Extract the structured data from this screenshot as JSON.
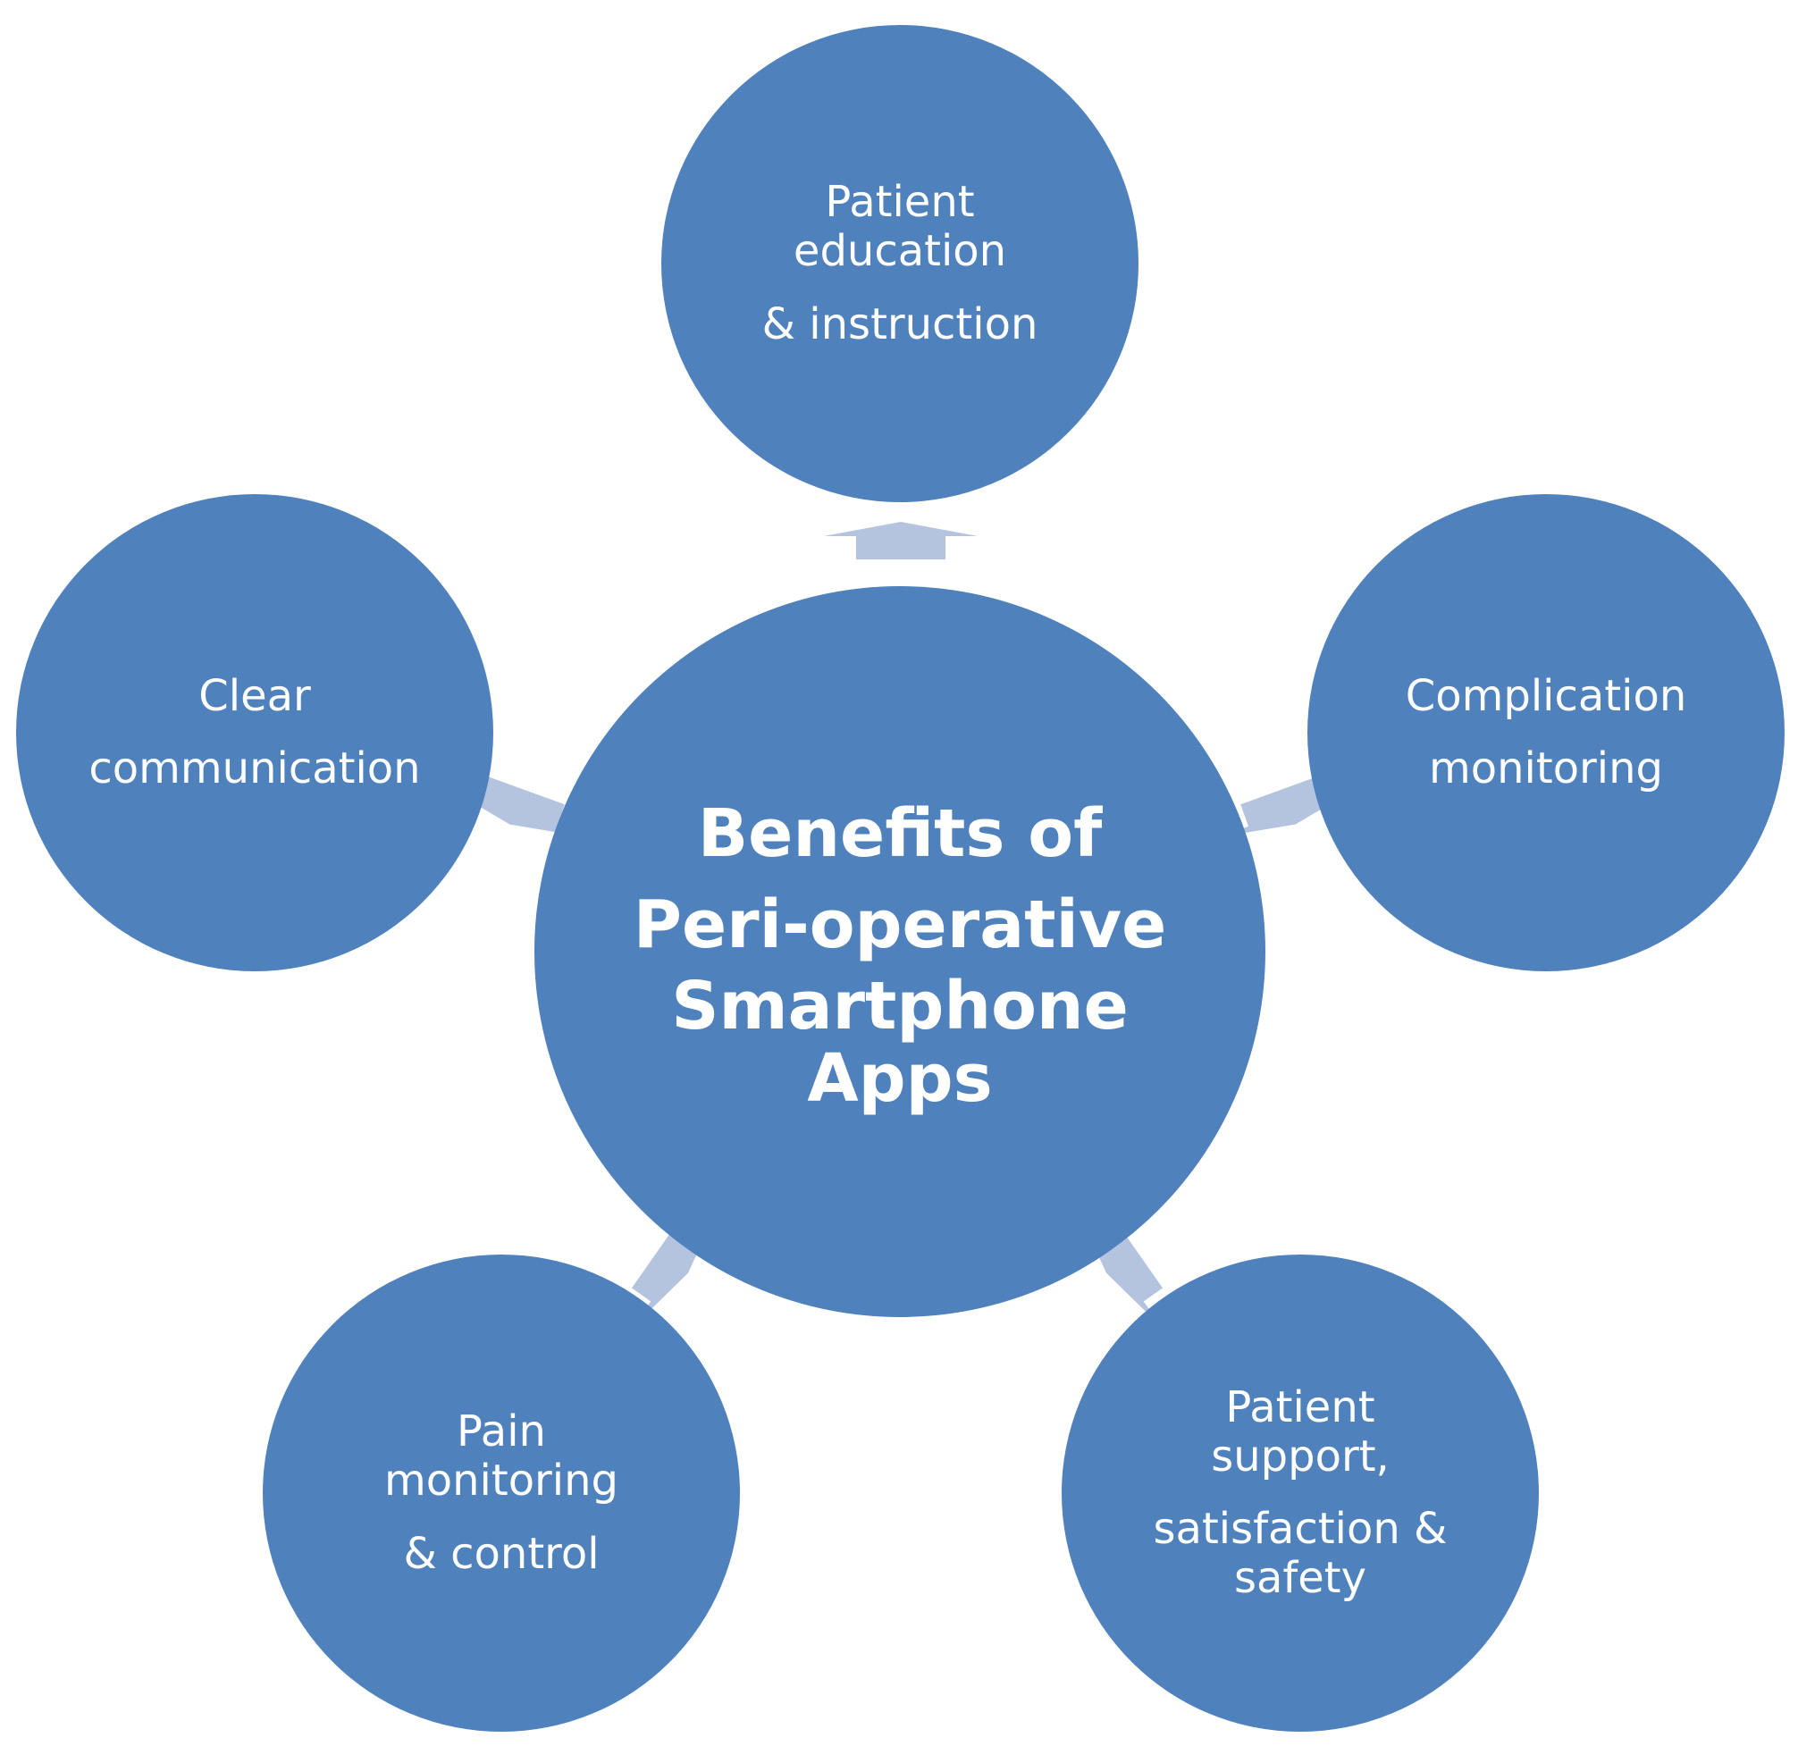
{
  "colors": {
    "circle_fill": "#4f81bd",
    "arrow_fill": "#b4c4de",
    "text": "#ffffff"
  },
  "center": {
    "lines": [
      "Benefits of",
      "Peri-operative",
      "Smartphone",
      "Apps"
    ]
  },
  "nodes": {
    "top": {
      "lines": [
        "Patient",
        "education",
        "& instruction"
      ]
    },
    "right": {
      "lines": [
        "Complication",
        "monitoring"
      ]
    },
    "bottom_right": {
      "lines": [
        "Patient",
        "support,",
        "satisfaction &",
        "safety"
      ]
    },
    "bottom_left": {
      "lines": [
        "Pain",
        "monitoring",
        "& control"
      ]
    },
    "left": {
      "lines": [
        "Clear",
        "communication"
      ]
    }
  }
}
